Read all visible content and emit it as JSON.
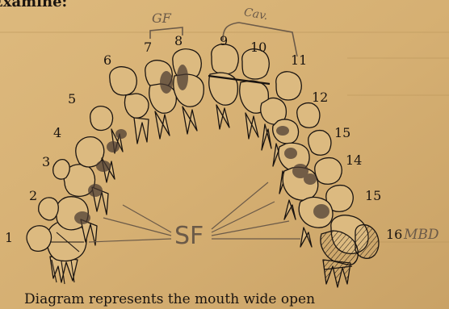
{
  "header_fragment": "Examine:",
  "annotations": {
    "gf": "GF",
    "cav": "Cav.",
    "sf": "SF",
    "mbd": "MBD"
  },
  "tooth_numbers": [
    "1",
    "2",
    "3",
    "4",
    "5",
    "6",
    "7",
    "8",
    "9",
    "10",
    "11",
    "12",
    "15",
    "14",
    "15",
    "16"
  ],
  "caption": "Diagram represents the mouth wide open",
  "colors": {
    "paper": "#d8b377",
    "ink": "#1a1410",
    "pencil": "#6b5a48",
    "shading": "#4a3a30"
  }
}
